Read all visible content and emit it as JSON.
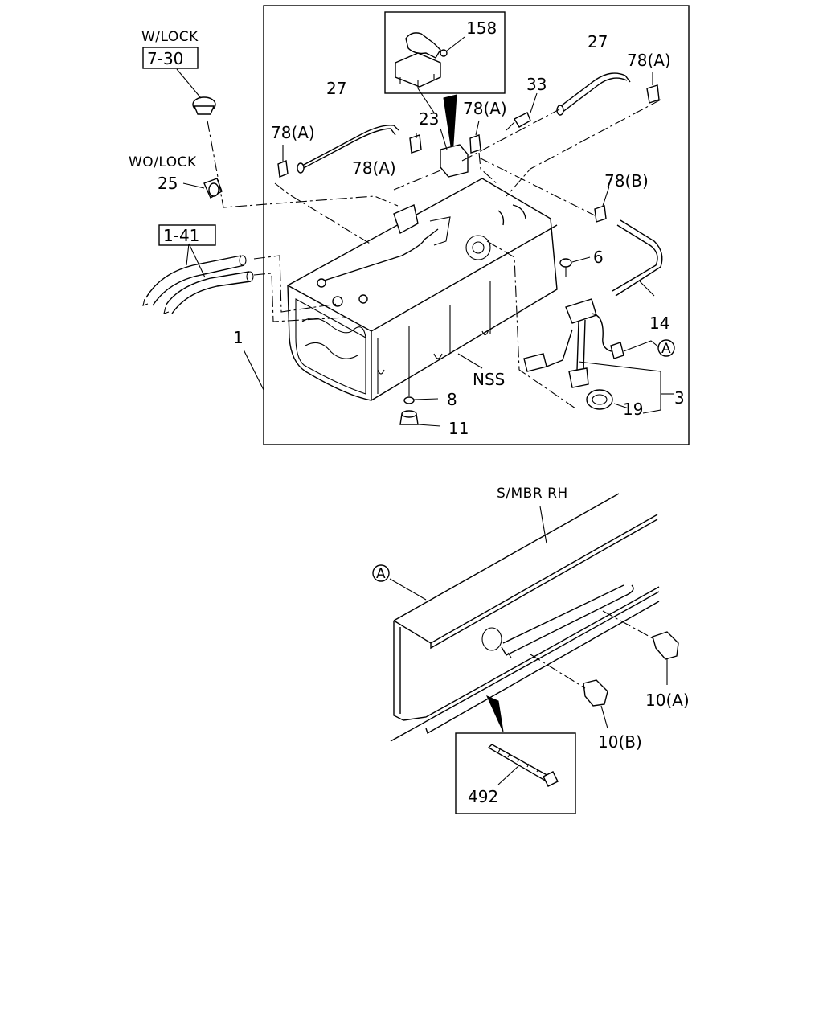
{
  "labels": {
    "w_lock": "W/LOCK",
    "ref_7_30": "7-30",
    "wo_lock": "WO/LOCK",
    "ref_1_41": "1-41",
    "p1": "1",
    "p25": "25",
    "p27_left": "27",
    "p27_right": "27",
    "p78a_1": "78(A)",
    "p78a_2": "78(A)",
    "p78a_3": "78(A)",
    "p78a_4": "78(A)",
    "p78b": "78(B)",
    "p23": "23",
    "p33": "33",
    "p158": "158",
    "p6": "6",
    "p14": "14",
    "p3": "3",
    "p8": "8",
    "p11": "11",
    "p19": "19",
    "nss": "NSS",
    "circle_a_upper": "A",
    "circle_a_lower": "A",
    "s_mbr_rh": "S/MBR RH",
    "p10a": "10(A)",
    "p10b": "10(B)",
    "p492": "492"
  }
}
